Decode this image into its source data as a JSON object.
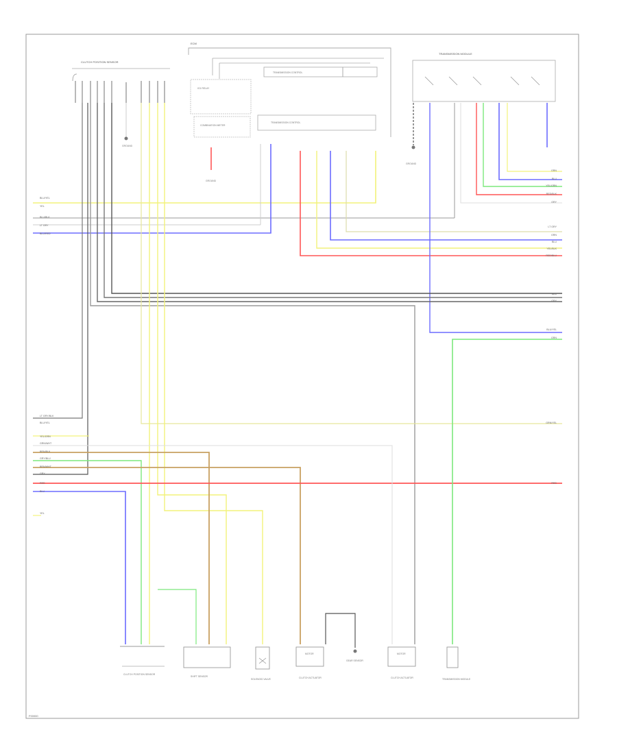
{
  "footer": {
    "code": "F00000"
  },
  "blocks": {
    "clutch_pos_sensor_top": "CLUTCH POSITION SENSOR",
    "ecm": "ECM",
    "ig1_relay": "IG1 RELAY",
    "combination_meter": "COMBINATION METER",
    "transmission_control_top": "TRANSMISSION CONTROL",
    "transmission_control_bottom": "TRANSMISSION CONTROL",
    "transmission_module_top": "TRANSMISSION MODULE",
    "transmission_module_bottom": "TRANSMISSION MODULE",
    "clutch_pos_sensor_bottom": "CLUTCH POSITION SENSOR",
    "shift_sensor": "SHIFT SENSOR",
    "solenoid_valve": "SOLENOID VALVE",
    "clutch_actuator_1": "CLUTCH ACTUATOR",
    "clutch_actuator_2": "CLUTCH ACTUATOR",
    "gear_sensor": "GEAR SENSOR",
    "motor1": "MOTOR",
    "motor2": "MOTOR",
    "ground_top": "GROUND",
    "ground_right": "GROUND",
    "ground_mid": "GROUND"
  },
  "left_labels": [
    "BLU/YEL",
    "YEL",
    "BLU/BLK",
    "LT GRY",
    "BLU/RED",
    "LT GRY/BLK",
    "BLU/YEL",
    "YEL/GRN",
    "GRN/WHT",
    "BRN/BLK",
    "GRY/BLU",
    "BRN/WHT",
    "GRY",
    "RED",
    "BLU",
    "YEL"
  ],
  "right_labels": [
    "GRN",
    "BLU",
    "YEL/GRN",
    "RED/BLK",
    "GRY",
    "LT GRY",
    "GRN",
    "BLU",
    "YEL/BLK",
    "RED/BLU",
    "BLU",
    "GRY",
    "BLU/YEL",
    "GRN",
    "GRN/YEL",
    "RED"
  ],
  "colors": {
    "yellow": "#f2f27a",
    "blue": "#6b6bff",
    "red": "#ff5555",
    "green": "#7ce87c",
    "brown": "#c8a060",
    "gray": "#999999",
    "dark": "#555555",
    "light": "#cccccc"
  }
}
